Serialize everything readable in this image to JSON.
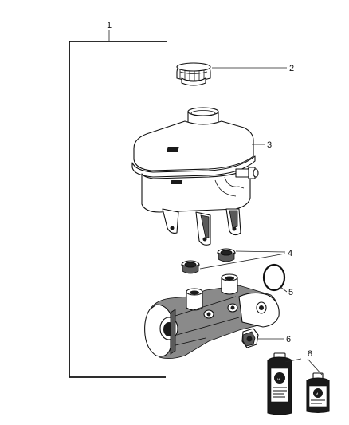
{
  "callouts": {
    "c1": "1",
    "c2": "2",
    "c3": "3",
    "c4": "4",
    "c5": "5",
    "c6": "6",
    "c8": "8"
  },
  "colors": {
    "line": "#111111",
    "fill": "#ffffff",
    "dark": "#1a1a1a"
  }
}
